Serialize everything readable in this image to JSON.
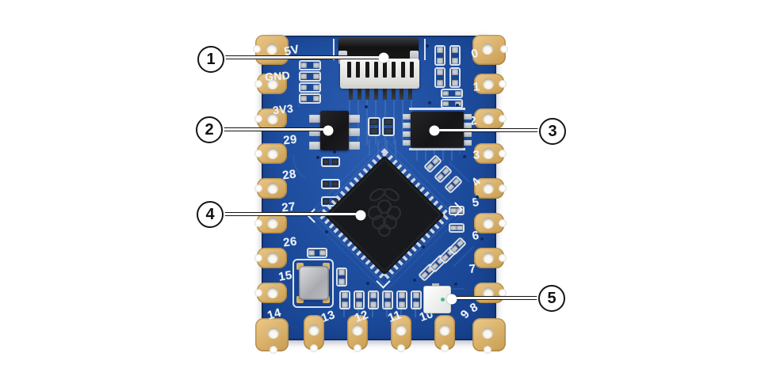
{
  "figure": {
    "type": "annotated-hardware-photo",
    "subject": "blue microcontroller module with castellated edge pads"
  },
  "board": {
    "left_labels": [
      "5V",
      "GND",
      "3V3",
      "29",
      "28",
      "27",
      "26",
      "15",
      "14"
    ],
    "right_labels": [
      "0",
      "1",
      "2",
      "3",
      "4",
      "5",
      "6",
      "7",
      "8",
      "9"
    ],
    "bottom_labels": [
      "13",
      "12",
      "11",
      "10"
    ]
  },
  "callouts": [
    {
      "number": "1",
      "target": "fpc-connector"
    },
    {
      "number": "2",
      "target": "voltage-regulator-ic"
    },
    {
      "number": "3",
      "target": "flash-memory-ic"
    },
    {
      "number": "4",
      "target": "main-mcu-chip"
    },
    {
      "number": "5",
      "target": "smd-led"
    }
  ],
  "components": {
    "c1": "fpc-connector",
    "c2": "voltage-regulator-ic",
    "c3": "flash-memory-ic",
    "c4": "main-mcu-chip",
    "c5": "smd-led",
    "other": "crystal-oscillator"
  },
  "colors": {
    "background": "#ffffff",
    "board_blue": "#1d4c9d",
    "trace_blue": "#4272bd",
    "pad_gold": "#d9b36b",
    "silkscreen_white": "#eef3fa",
    "component_black": "#18181b",
    "annotation_black": "#141414"
  }
}
